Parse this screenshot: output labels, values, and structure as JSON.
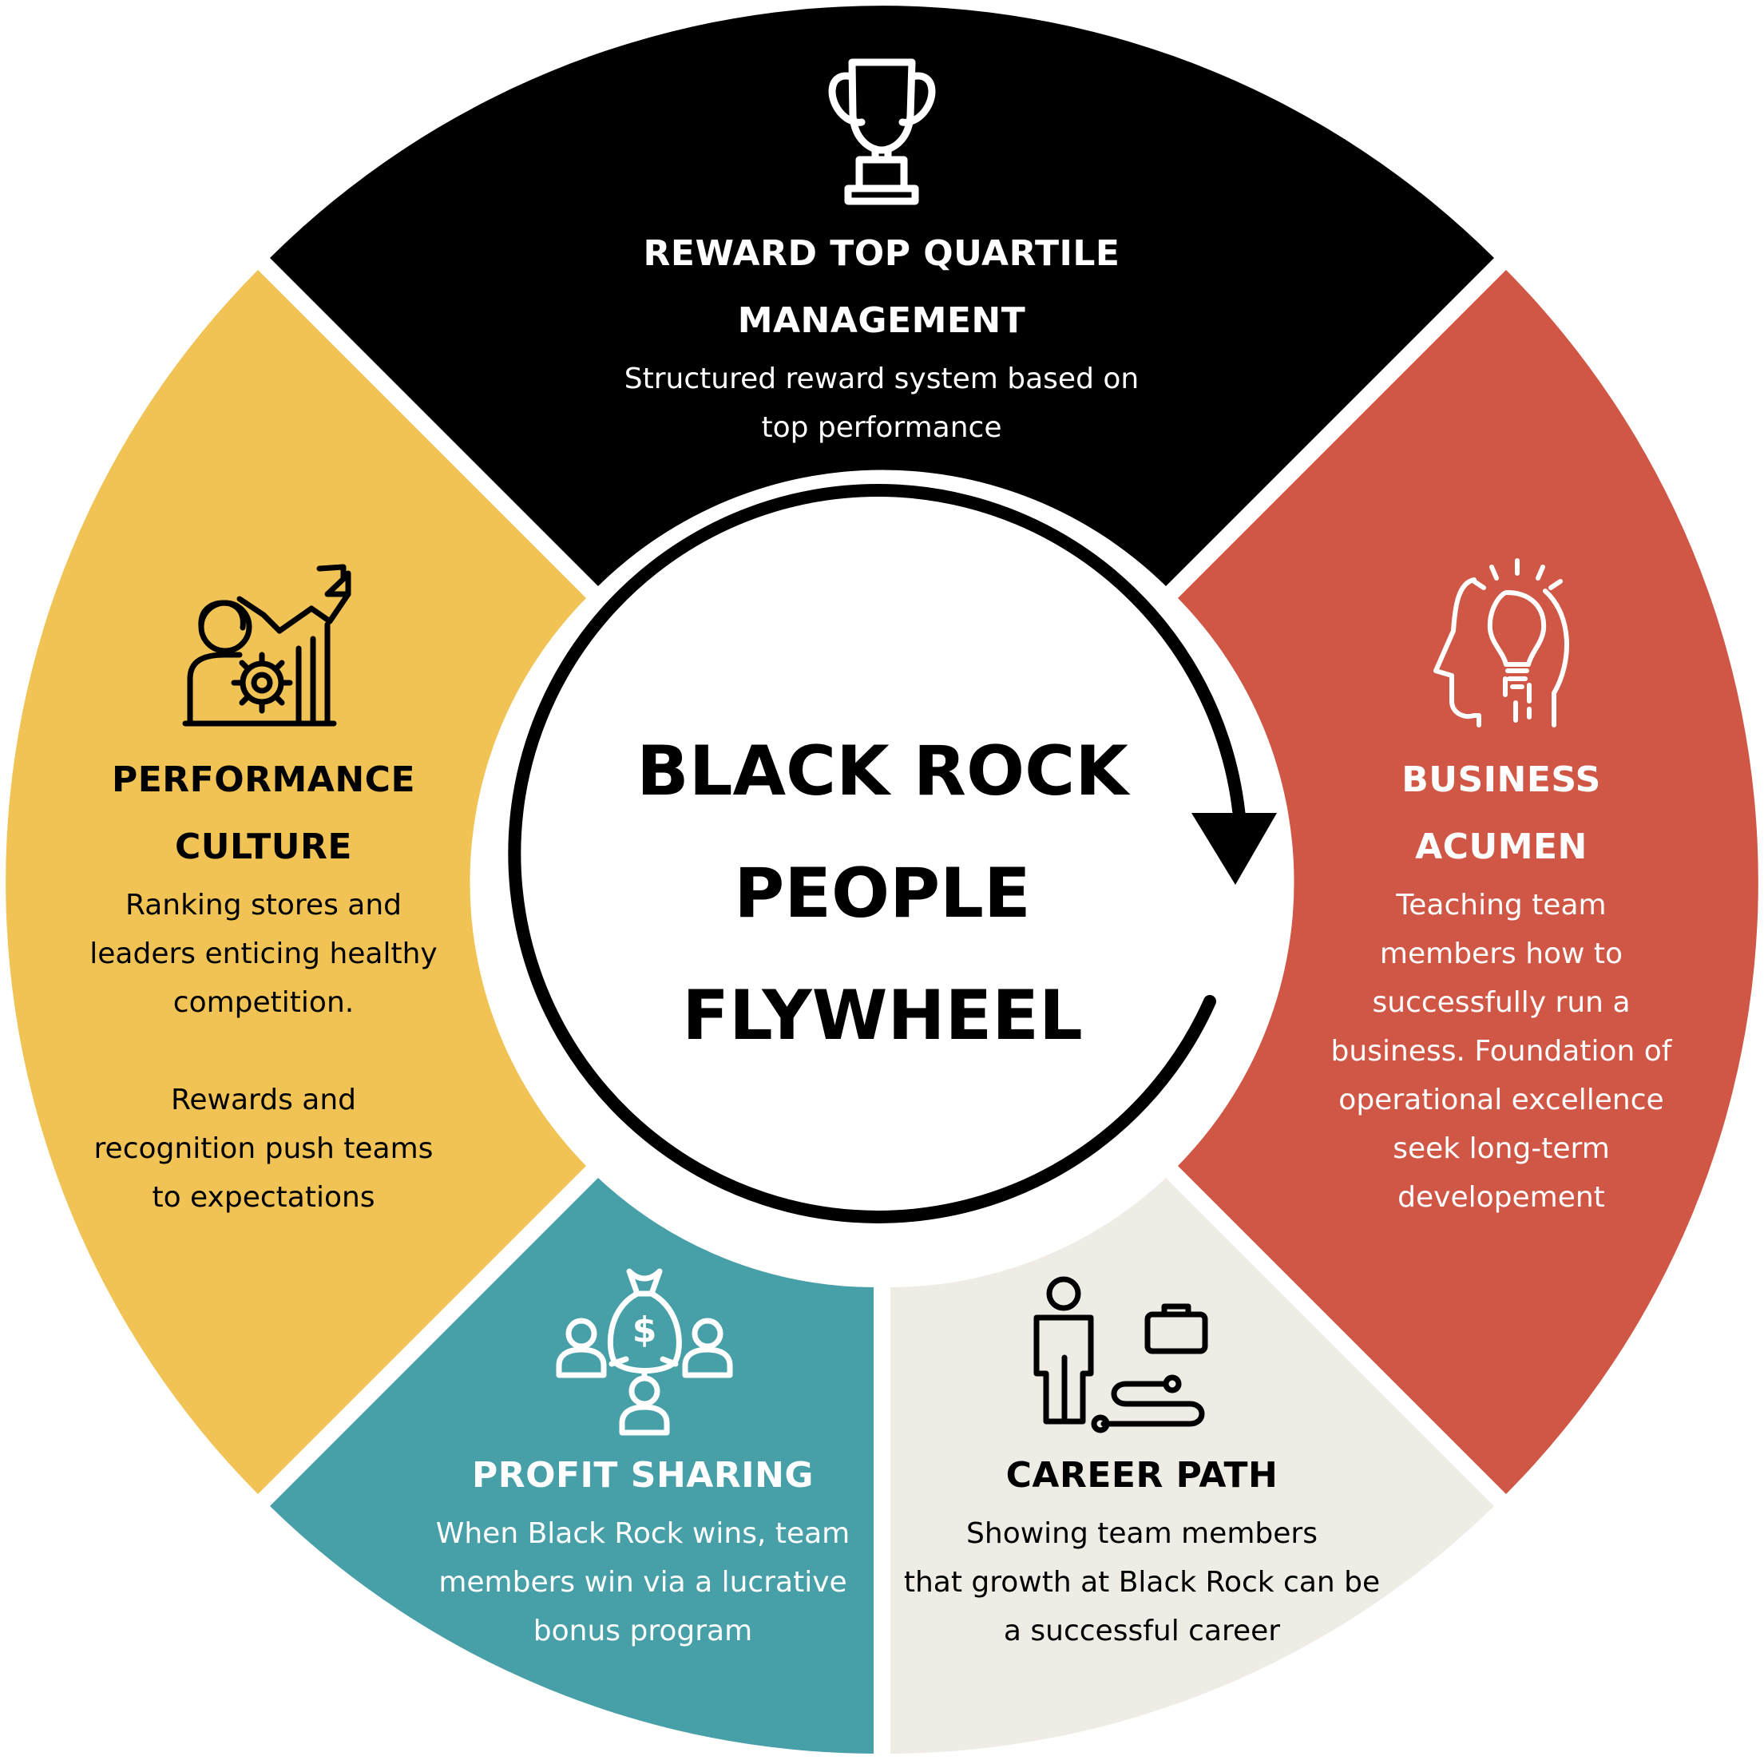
{
  "center": {
    "lines": [
      "BLACK ROCK",
      "PEOPLE",
      "FLYWHEEL"
    ]
  },
  "colors": {
    "black_segment": "#000000",
    "business_segment": "#D05746",
    "career_segment": "#EEECE4",
    "profit_segment": "#479FA8",
    "performance_segment": "#F1C355",
    "white": "#FFFFFF"
  },
  "segments": {
    "reward": {
      "icon": "trophy-icon",
      "title_lines": [
        "REWARD TOP QUARTILE",
        "MANAGEMENT"
      ],
      "description": "Structured reward system based on\ntop performance"
    },
    "business": {
      "icon": "head-lightbulb-icon",
      "title_lines": [
        "BUSINESS",
        "ACUMEN"
      ],
      "description": "Teaching team\nmembers how to\nsuccessfully run a\nbusiness. Foundation of\noperational excellence\nseek long-term\ndevelopement"
    },
    "career": {
      "icon": "career-path-icon",
      "title_lines": [
        "CAREER PATH"
      ],
      "description": "Showing team members\nthat growth at Black Rock can be\na successful career"
    },
    "profit": {
      "icon": "money-bag-people-icon",
      "title_lines": [
        "PROFIT SHARING"
      ],
      "description": "When Black Rock wins, team\nmembers win via a lucrative\nbonus program"
    },
    "performance": {
      "icon": "growth-chart-person-icon",
      "title_lines": [
        "PERFORMANCE",
        "CULTURE"
      ],
      "description": "Ranking stores and\nleaders enticing healthy\ncompetition.\n\nRewards and\nrecognition push teams\nto expectations"
    }
  }
}
